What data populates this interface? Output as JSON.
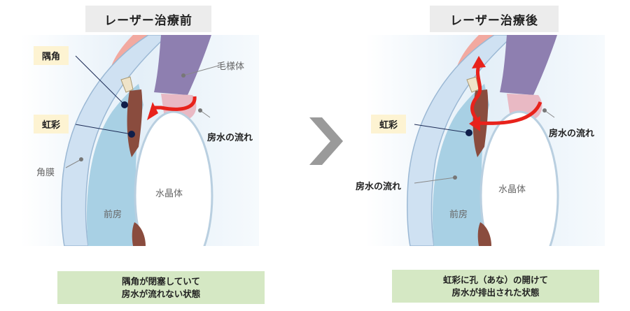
{
  "before": {
    "title": "レーザー治療前",
    "labels": {
      "angle": "隅角",
      "iris": "虹彩",
      "ciliary_body": "毛様体",
      "aqueous_flow": "房水の流れ",
      "cornea": "角膜",
      "lens": "水晶体",
      "anterior_chamber": "前房"
    },
    "caption_lines": [
      "隅角が閉塞していて",
      "房水が流れない状態"
    ]
  },
  "after": {
    "title": "レーザー治療後",
    "labels": {
      "iris": "虹彩",
      "aqueous_flow_right": "房水の流れ",
      "aqueous_flow_left": "房水の流れ",
      "lens": "水晶体",
      "anterior_chamber": "前房"
    },
    "caption_lines": [
      "虹彩に孔（あな）の開けて",
      "房水が排出された状態"
    ]
  },
  "colors": {
    "background_panel": "#e8f2fa",
    "cornea": "#cfe1f2",
    "anterior_chamber": "#a8d0e4",
    "iris": "#8a4c3e",
    "ciliary": "#8e7fb0",
    "lens": "#ffffff",
    "arrow": "#e8221b",
    "caption_bg": "#d5e8c4",
    "tag_bg": "#fdf3d2"
  }
}
